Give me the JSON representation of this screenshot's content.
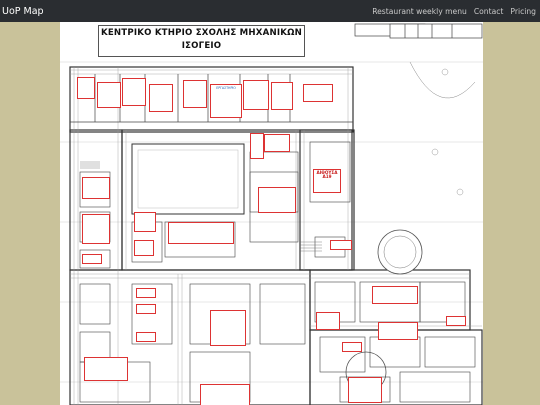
{
  "navbar": {
    "brand": "UoP Map",
    "links": [
      "Restaurant weekly menu",
      "Contact",
      "Pricing"
    ]
  },
  "floorplan": {
    "title_line1": "ΚΕΝΤΡΙΚΟ ΚΤΗΡΙΟ ΣΧΟΛΗΣ ΜΗΧΑΝΙΚΩΝ",
    "title_line2": "ΙΣΟΓΕΙΟ",
    "rooms": {
      "lab_blue": "ΕΡΓΑΣΤΗΡΙΟ",
      "hall_a": "ΑΙΘΟΥΣΑ\nΑ19"
    }
  },
  "colors": {
    "navbar": "#2a2d31",
    "page_bg": "#c9c29a",
    "room_label_border": "#d33333",
    "lab_label": "#2666b8"
  }
}
